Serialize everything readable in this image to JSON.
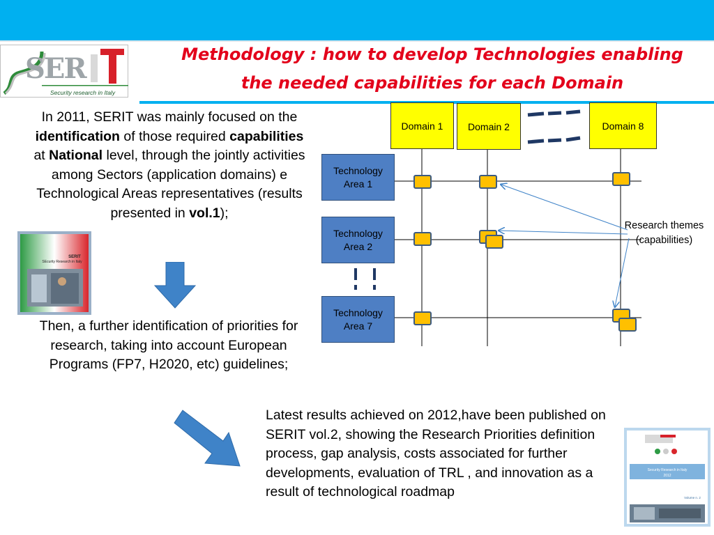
{
  "header": {
    "title_line1": "Methodology : how to develop Technologies enabling",
    "title_line2": "the needed capabilities for each Domain",
    "logo_text": "SERIT",
    "logo_caption": "Security research in Italy"
  },
  "intro": {
    "p1": "In 2011, SERIT was mainly focused on the ",
    "b1": "identification",
    "p2": " of those required ",
    "b2": "capabilities",
    "p3": " at ",
    "b3": "National",
    "p4": " level, through the jointly activities among Sectors (application domains) e Technological Areas representatives (results presented in ",
    "b4": "vol.1",
    "p5": ");"
  },
  "further": "Then, a further identification of priorities for research, taking into account European Programs (FP7, H2020, etc) guidelines;",
  "latest": "Latest results achieved on 2012,have been published on SERIT vol.2, showing the Research Priorities definition process, gap analysis, costs associated for further developments, evaluation of TRL , and innovation as a result of technological roadmap",
  "vol1_cover": {
    "title": "SERIT",
    "subtitle": "SEcurity Research in Italy"
  },
  "vol2_cover": {
    "band_text": "Security Research in Italy",
    "year": "2012",
    "volume": "Volume n. 2"
  },
  "diagram": {
    "domains": [
      "Domain 1",
      "Domain 2",
      "Domain 8"
    ],
    "tech_areas": [
      {
        "line1": "Technology",
        "line2": "Area  1"
      },
      {
        "line1": "Technology",
        "line2": "Area  2"
      },
      {
        "line1": "Technology",
        "line2": "Area  7"
      }
    ],
    "research_label_line1": "Research themes",
    "research_label_line2": "(capabilities)"
  },
  "colors": {
    "accent_blue": "#00b0f0",
    "title_red": "#e3001b",
    "domain_yellow": "#ffff00",
    "tech_blue": "#4e7fc4",
    "node_orange": "#ffc000",
    "node_border": "#3c5a80",
    "arrow_blue": "#3f83c8",
    "dash_navy": "#1f3864"
  }
}
